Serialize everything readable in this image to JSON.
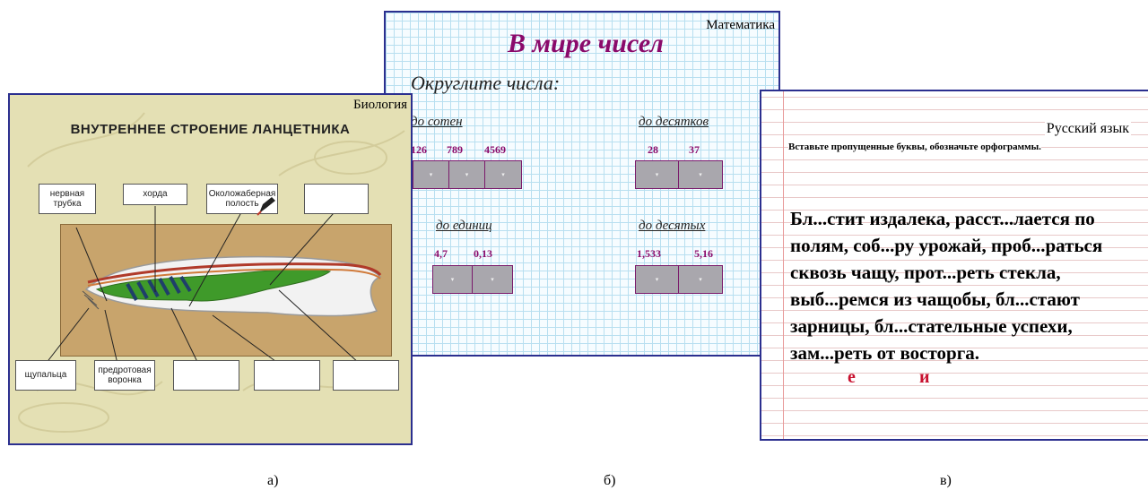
{
  "biology": {
    "subject": "Биология",
    "title": "ВНУТРЕННЕЕ СТРОЕНИЕ ЛАНЦЕТНИКА",
    "labels_top": [
      "нервная трубка",
      "хорда",
      "Окoложаберная полость",
      ""
    ],
    "labels_bottom": [
      "щупальца",
      "предротовая воронка",
      "",
      "",
      ""
    ]
  },
  "math": {
    "subject": "Математика",
    "title": "В мире чисел",
    "task": "Округлите числа:",
    "groups": [
      {
        "heading": "до сотен",
        "numbers": [
          "126",
          "789",
          "4569"
        ]
      },
      {
        "heading": "до десятков",
        "numbers": [
          "28",
          "37"
        ]
      },
      {
        "heading": "до единиц",
        "numbers": [
          "4,7",
          "0,13"
        ]
      },
      {
        "heading": "до десятых",
        "numbers": [
          "1,533",
          "5,16"
        ]
      }
    ]
  },
  "russian": {
    "subject": "Русский язык",
    "task": "Вставьте пропущенные буквы, обозначьте орфограммы.",
    "lines": [
      "Бл...стит издалека, расст...лается по",
      "полям, соб...ру урожай, проб...раться",
      "сквозь чащу, прот...реть стекла,",
      "выб...ремся из чащобы, бл...стают",
      "зарницы, бл...стательные успехи,",
      "зам...реть от восторга."
    ],
    "letters": [
      "е",
      "и"
    ]
  },
  "captions": [
    "а)",
    "б)",
    "в)"
  ],
  "colors": {
    "accent_purple": "#8a0a6b",
    "frame_blue": "#2b2f8f",
    "letter_red": "#c8102e",
    "lancelet_green": "#3f9a2a"
  }
}
